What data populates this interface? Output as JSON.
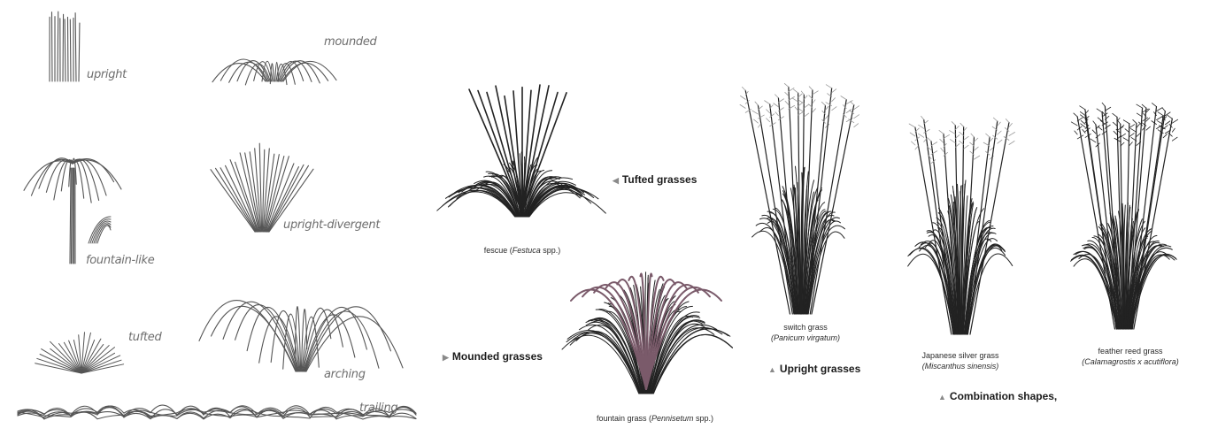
{
  "shape_labels": {
    "upright": "upright",
    "mounded": "mounded",
    "fountain_like": "fountain-like",
    "upright_divergent": "upright-divergent",
    "tufted": "tufted",
    "arching": "arching",
    "trailing": "trailing"
  },
  "groups": {
    "tufted": "Tufted grasses",
    "mounded": "Mounded grasses",
    "upright": "Upright grasses",
    "combination": "Combination shapes,"
  },
  "plants": {
    "fescue": {
      "name": "fescue (",
      "latin": "Festuca",
      "suffix": " spp.)"
    },
    "fountain": {
      "name": "fountain grass (",
      "latin": "Pennisetum",
      "suffix": " spp.)"
    },
    "switch": {
      "name": "switch grass",
      "latin": "(Panicum virgatum)"
    },
    "japanese": {
      "name": "Japanese silver grass",
      "latin": "(Miscanthus sinensis)"
    },
    "feather": {
      "name": "feather reed grass",
      "latin": "(Calamagrostis x acutiflora)"
    }
  },
  "colors": {
    "stroke": "#555555",
    "dark": "#222222",
    "seed": "#7a5a6a"
  },
  "icons": {
    "pointer_left": "◀",
    "pointer_right": "▶",
    "pointer_up": "▲"
  }
}
